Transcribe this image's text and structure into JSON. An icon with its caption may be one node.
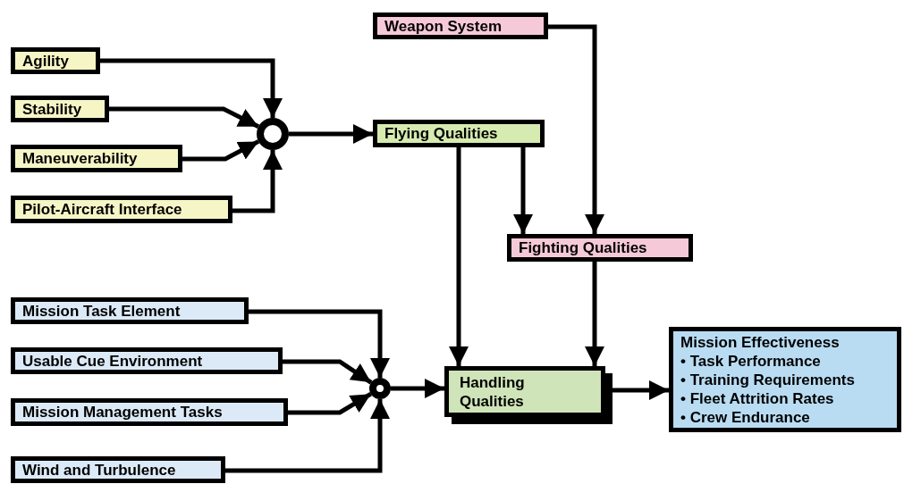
{
  "diagram": {
    "nodes": [
      {
        "text": [
          "Weapon System"
        ]
      },
      {
        "text": [
          "Agility"
        ]
      },
      {
        "text": [
          "Stability"
        ]
      },
      {
        "text": [
          "Maneuverability"
        ]
      },
      {
        "text": [
          "Pilot-Aircraft Interface"
        ]
      },
      {
        "text": [],
        "shape": "circle"
      },
      {
        "text": [
          "Flying Qualities"
        ]
      },
      {
        "text": [
          "Fighting Qualities"
        ]
      },
      {
        "text": [
          "Mission Task Element"
        ]
      },
      {
        "text": [
          "Usable Cue Environment"
        ]
      },
      {
        "text": [
          "Mission Management Tasks"
        ]
      },
      {
        "text": [
          "Wind and Turbulence"
        ]
      },
      {
        "text": [],
        "shape": "circle"
      },
      {
        "text": [
          "Handling Qualities"
        ]
      },
      {
        "text": [
          "Mission Effectiveness",
          "• Task Performance",
          "• Training Requirements",
          "• Fleet Attrition Rates",
          "• Crew Endurance"
        ]
      }
    ],
    "edges": [
      {
        "from": 1,
        "to": 5,
        "arrow": "to"
      },
      {
        "from": 2,
        "to": 5,
        "arrow": "to"
      },
      {
        "from": 3,
        "to": 5,
        "arrow": "to"
      },
      {
        "from": 4,
        "to": 5,
        "arrow": "to"
      },
      {
        "from": 5,
        "to": 6,
        "arrow": "to"
      },
      {
        "from": 0,
        "to": 7,
        "arrow": "to"
      },
      {
        "from": 6,
        "to": 7,
        "arrow": "to"
      },
      {
        "from": 6,
        "to": 13,
        "arrow": "to"
      },
      {
        "from": 7,
        "to": 13,
        "arrow": "to"
      },
      {
        "from": 8,
        "to": 12,
        "arrow": "to"
      },
      {
        "from": 9,
        "to": 12,
        "arrow": "to"
      },
      {
        "from": 10,
        "to": 12,
        "arrow": "to"
      },
      {
        "from": 11,
        "to": 12,
        "arrow": "to"
      },
      {
        "from": 12,
        "to": 13,
        "arrow": "to"
      },
      {
        "from": 13,
        "to": 14,
        "arrow": "to"
      }
    ]
  }
}
